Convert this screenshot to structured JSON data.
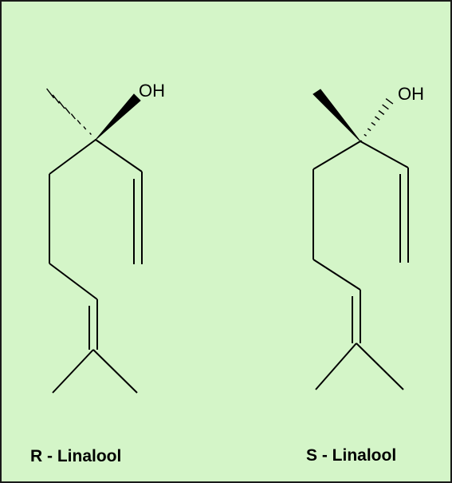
{
  "colors": {
    "background": "#d4f5c8",
    "border": "#1a1a1a",
    "stroke": "#000000"
  },
  "molecules": [
    {
      "oh_label": "OH",
      "caption": "R - Linalool"
    },
    {
      "oh_label": "OH",
      "caption": "S - Linalool"
    }
  ]
}
